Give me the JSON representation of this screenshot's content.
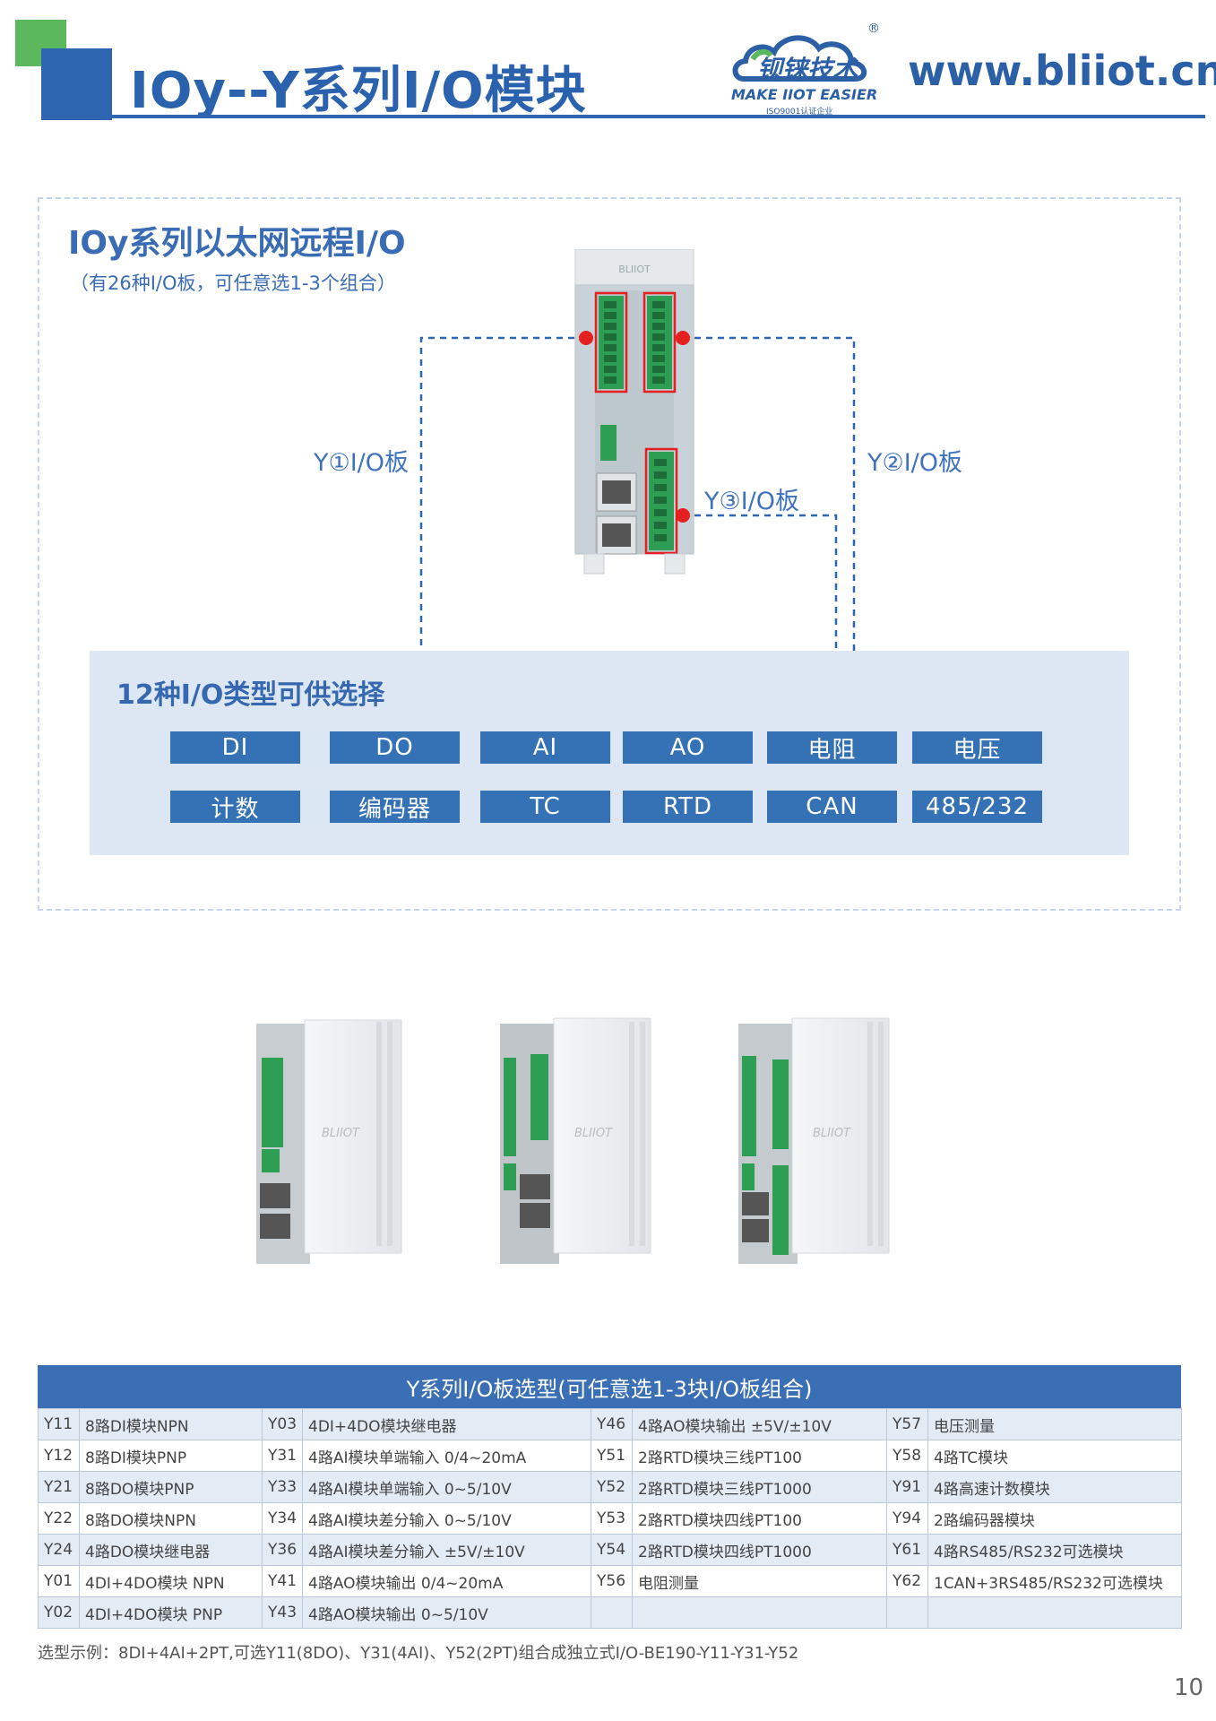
{
  "header": {
    "title": "IOy--Y系列I/O模块",
    "logo_cn": "钡铼技术",
    "logo_en": "MAKE IIOT EASIER",
    "logo_iso": "ISO9001认证企业",
    "logo_reg": "®",
    "url": "www.bliiot.cn"
  },
  "overview": {
    "title": "IOy系列以太网远程I/O",
    "subtitle": "（有26种I/O板，可任意选1-3个组合）",
    "slot1_label": "Y①I/O板",
    "slot2_label": "Y②I/O板",
    "slot3_label": "Y③I/O板",
    "device_brand": "BLIIOT"
  },
  "types": {
    "title": "12种I/O类型可供选择",
    "row1": [
      "DI",
      "DO",
      "AI",
      "AO",
      "电阻",
      "电压"
    ],
    "row2": [
      "计数",
      "编码器",
      "TC",
      "RTD",
      "CAN",
      "485/232"
    ]
  },
  "products": {
    "brand": "BLIIOT"
  },
  "table": {
    "title": "Y系列I/O板选型(可任意选1-3块I/O板组合)",
    "rows": [
      [
        "Y11",
        "8路DI模块NPN",
        "Y03",
        "4DI+4DO模块继电器",
        "Y46",
        "4路AO模块输出 ±5V/±10V",
        "Y57",
        "电压测量"
      ],
      [
        "Y12",
        "8路DI模块PNP",
        "Y31",
        "4路AI模块单端输入 0/4~20mA",
        "Y51",
        "2路RTD模块三线PT100",
        "Y58",
        "4路TC模块"
      ],
      [
        "Y21",
        "8路DO模块PNP",
        "Y33",
        "4路AI模块单端输入 0~5/10V",
        "Y52",
        "2路RTD模块三线PT1000",
        "Y91",
        "4路高速计数模块"
      ],
      [
        "Y22",
        "8路DO模块NPN",
        "Y34",
        "4路AI模块差分输入 0~5/10V",
        "Y53",
        "2路RTD模块四线PT100",
        "Y94",
        "2路编码器模块"
      ],
      [
        "Y24",
        "4路DO模块继电器",
        "Y36",
        "4路AI模块差分输入 ±5V/±10V",
        "Y54",
        "2路RTD模块四线PT1000",
        "Y61",
        "4路RS485/RS232可选模块"
      ],
      [
        "Y01",
        "4DI+4DO模块 NPN",
        "Y41",
        "4路AO模块输出 0/4~20mA",
        "Y56",
        "电阻测量",
        "Y62",
        "1CAN+3RS485/RS232可选模块"
      ],
      [
        "Y02",
        "4DI+4DO模块 PNP",
        "Y43",
        "4路AO模块输出 0~5/10V",
        "",
        "",
        "",
        ""
      ]
    ],
    "example": "选型示例：8DI+4AI+2PT,可选Y11(8DO)、Y31(4AI)、Y52(2PT)组合成独立式I/O-BE190-Y11-Y31-Y52"
  },
  "page_number": "10",
  "colors": {
    "brand_blue": "#2f66b2",
    "accent_green": "#5cb85c",
    "chip_blue": "#3571b5",
    "red_marker": "#e52020",
    "terminal_green": "#2f9e55"
  }
}
